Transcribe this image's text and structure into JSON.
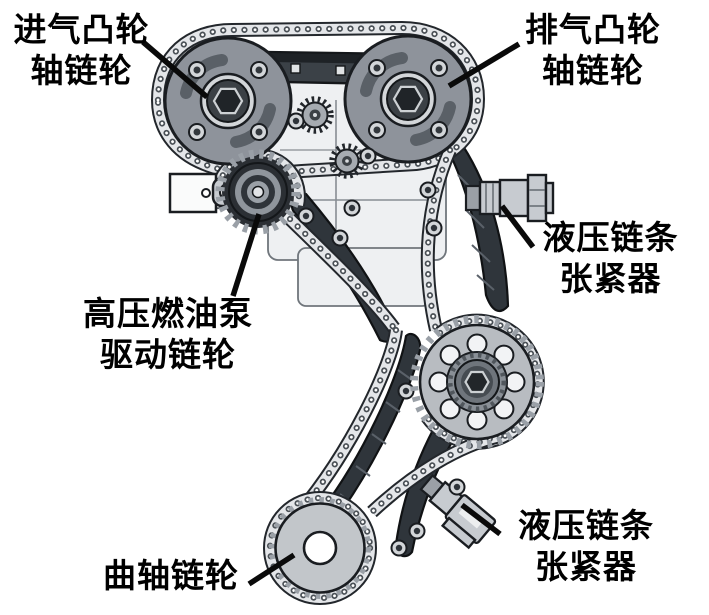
{
  "figure": {
    "type": "engine-timing-chain-diagram",
    "background": "#ffffff",
    "labels": {
      "intake_cam": {
        "line1": "进气凸轮",
        "line2": "轴链轮"
      },
      "exhaust_cam": {
        "line1": "排气凸轮",
        "line2": "轴链轮"
      },
      "upper_tensioner": {
        "line1": "液压链条",
        "line2": "张紧器"
      },
      "fuel_pump": {
        "line1": "高压燃油泵",
        "line2": "驱动链轮"
      },
      "crankshaft": {
        "line1": "曲轴链轮"
      },
      "lower_tensioner": {
        "line1": "液压链条",
        "line2": "张紧器"
      }
    },
    "colors": {
      "text": "#000000",
      "leader_line": "#0a0a0a",
      "chain_light": "#e4e6e9",
      "chain_outline": "#23272c",
      "sprocket_gray": "#8e939b",
      "guide_rail_dark": "#2f353b",
      "tensioner_gray": "#c7cbd0",
      "engine_block_light": "#eef0f2"
    }
  }
}
